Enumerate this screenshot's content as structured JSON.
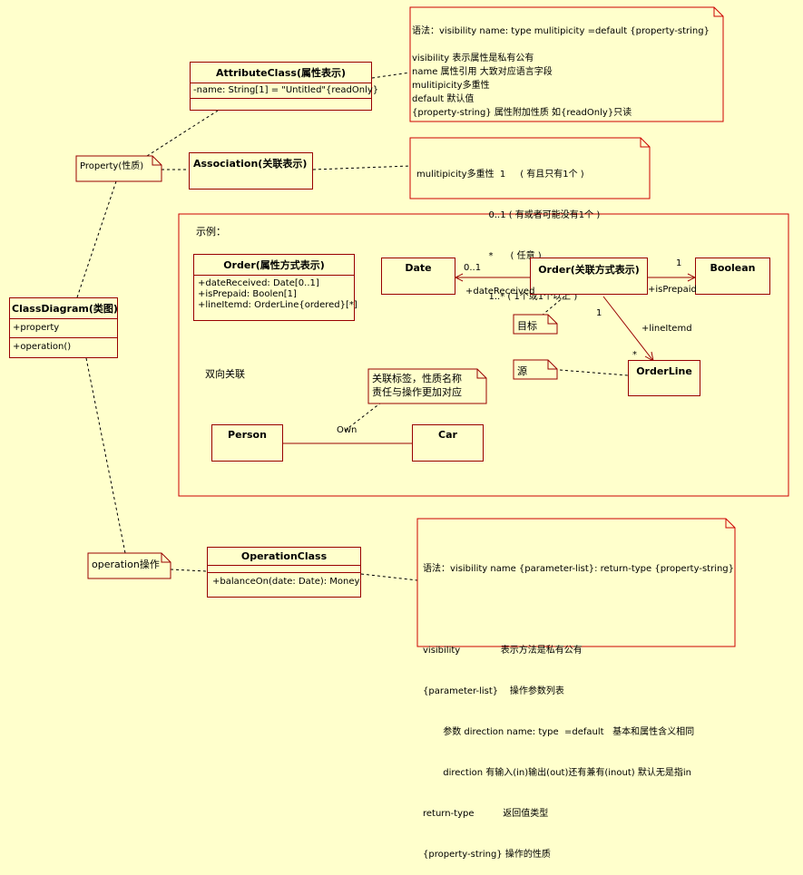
{
  "colors": {
    "background": "#ffffcc",
    "border": "#990000",
    "note_border": "#cc0000",
    "dashed_line": "#000000"
  },
  "attribute_class": {
    "name": "AttributeClass(属性表示)",
    "attr": "-name: String[1] = \"Untitled\"{readOnly}"
  },
  "association_class": {
    "name": "Association(关联表示)"
  },
  "property_note": "Property(性质)",
  "attr_syntax_note": {
    "lines": [
      "语法：visibility name: type mulitipicity =default {property-string}",
      "",
      "visibility  表示属性是私有公有",
      "name      属性引用 大致对应语言字段",
      "mulitipicity多重性",
      "default    默认值",
      "{property-string} 属性附加性质 如{readOnly}只读"
    ]
  },
  "multiplicity_note": {
    "lines": [
      "mulitipicity多重性  1     ( 有且只有1个 )",
      "                         0..1 ( 有或者可能没有1个 )",
      "                         *      ( 任意 )",
      "                         1..* ( 1个或1个以上 )"
    ]
  },
  "class_diagram": {
    "name": "ClassDiagram(类图)",
    "attr": "+property",
    "op": "+operation()"
  },
  "example": {
    "title": "示例：",
    "order_attr": {
      "name": "Order(属性方式表示)",
      "attrs": [
        "+dateReceived: Date[0..1]",
        "+isPrepaid: Boolen[1]",
        "+lineItemd: OrderLine{ordered}[*]"
      ]
    },
    "date": "Date",
    "order_assoc": "Order(关联方式表示)",
    "boolean": "Boolean",
    "orderline": "OrderLine",
    "label_01": "0..1",
    "label_date_received": "+dateReceived",
    "label_1_bool": "1",
    "label_is_prepaid": "+isPrepaid",
    "label_1_line": "1",
    "label_line_itemd": "+lineItemd",
    "label_star": "*",
    "target_note": "目标",
    "source_note": "源",
    "bidirectional": "双向关联",
    "assoc_label_note": [
      "关联标签，性质名称",
      "责任与操作更加对应"
    ],
    "person": "Person",
    "car": "Car",
    "own": "Own"
  },
  "operation_note": "operation操作",
  "operation_class": {
    "name": "OperationClass",
    "op": "+balanceOn(date: Date): Money"
  },
  "op_syntax_note": {
    "lines": [
      "语法：visibility name {parameter-list}: return-type {property-string}",
      "",
      "visibility              表示方法是私有公有",
      "{parameter-list}    操作参数列表",
      "       参数 direction name: type  =default   基本和属性含义相同",
      "       direction 有输入(in)输出(out)还有兼有(inout) 默认无是指in",
      "return-type          返回值类型",
      "{property-string} 操作的性质"
    ]
  }
}
